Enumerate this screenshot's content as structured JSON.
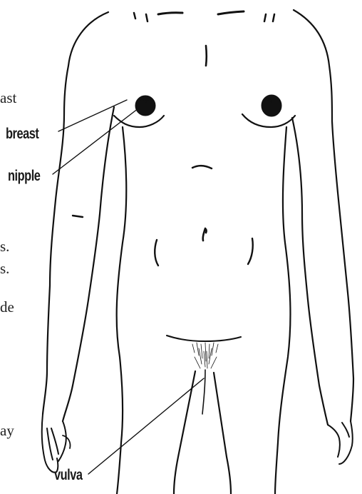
{
  "labels": {
    "breast": "breast",
    "nipple": "nipple",
    "vulva": "vulva"
  },
  "side_text": {
    "line_1": "ast",
    "line_2": "s.",
    "line_3": "s.",
    "line_4": "de",
    "line_5": "ay"
  },
  "colors": {
    "ink": "#111111",
    "background": "#ffffff"
  }
}
